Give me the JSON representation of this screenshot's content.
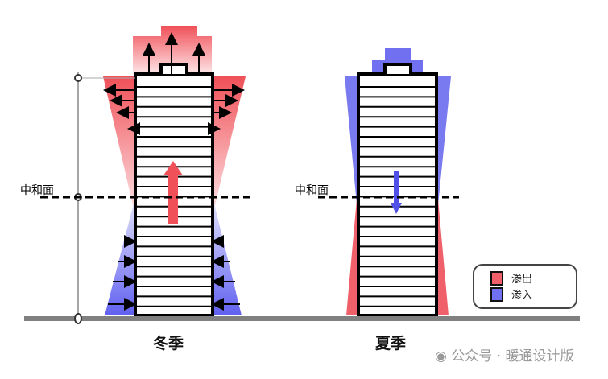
{
  "labels": {
    "neutral_plane_left": "中和面",
    "neutral_plane_right": "中和面",
    "winter": "冬季",
    "summer": "夏季"
  },
  "legend": {
    "items": [
      {
        "label": "渗出",
        "color": "#f0606a"
      },
      {
        "label": "渗入",
        "color": "#7070f0"
      }
    ]
  },
  "watermark": "公众号 · 暖通设计版",
  "colors": {
    "exfiltration": "#f0606a",
    "infiltration": "#7070f0",
    "ground": "#808080"
  }
}
